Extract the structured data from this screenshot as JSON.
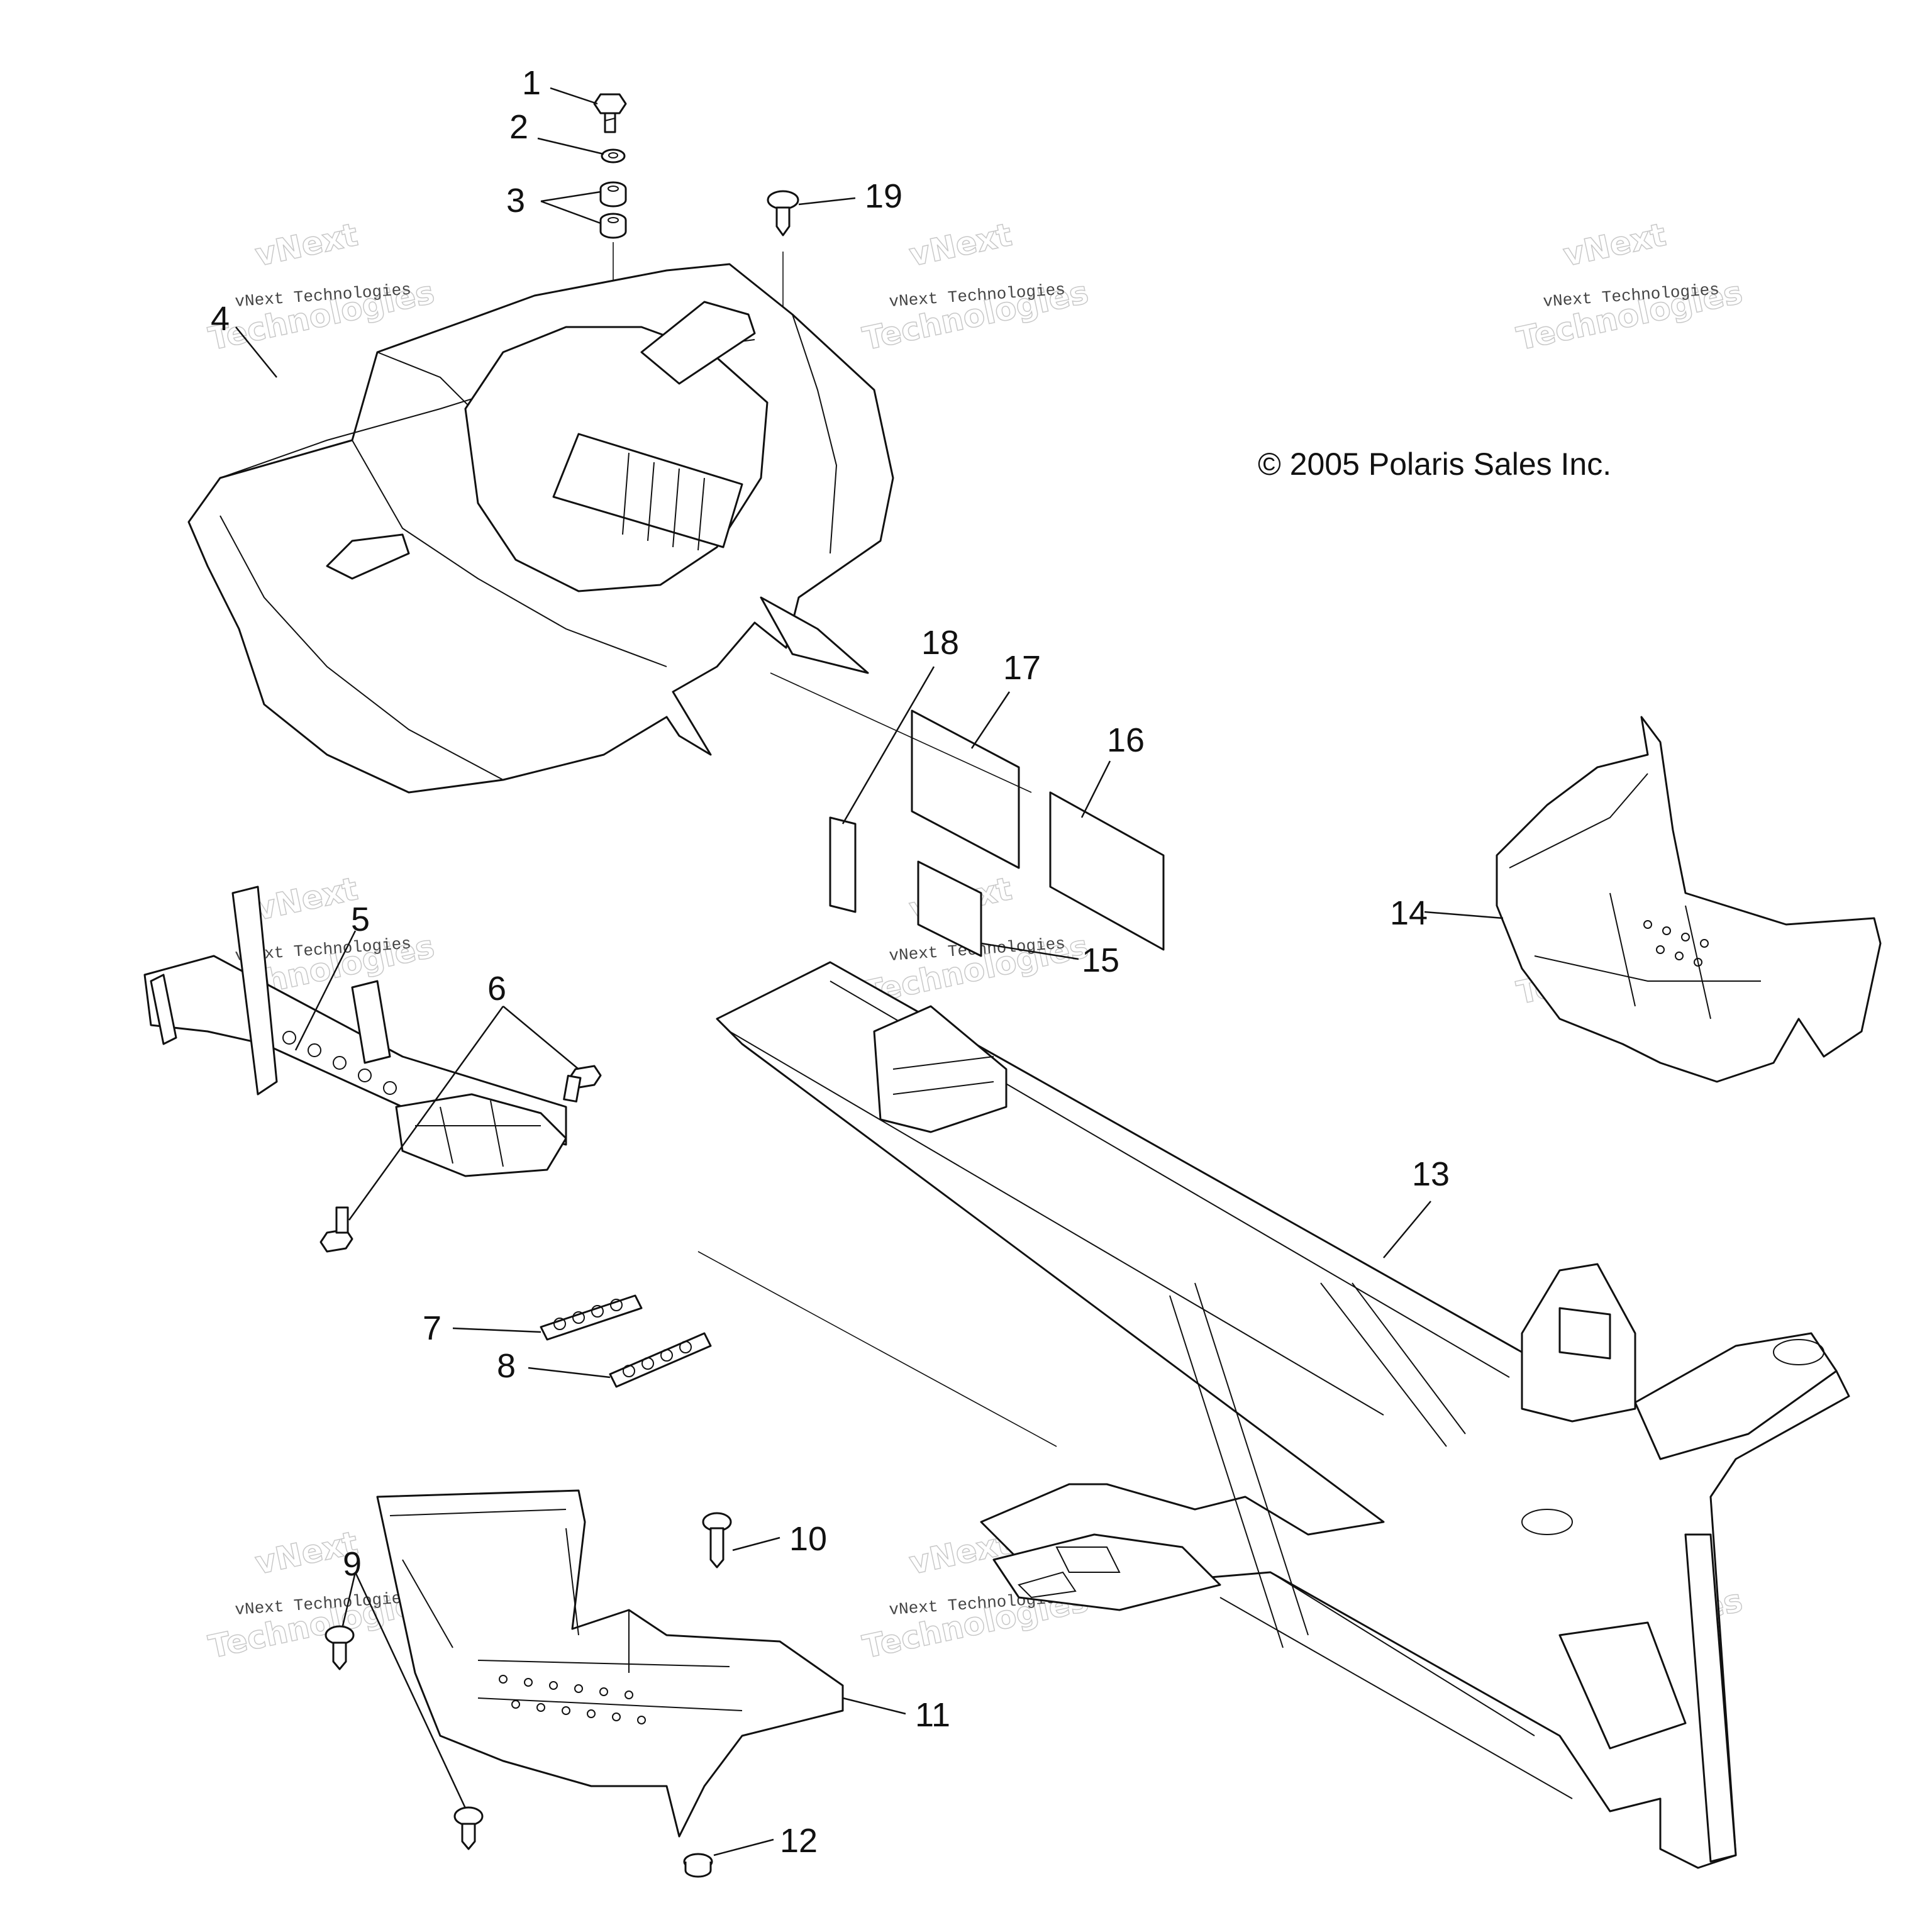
{
  "diagram": {
    "copyright": "© 2005 Polaris Sales Inc.",
    "watermark": {
      "small_text": "vNext Technologies",
      "big_line_1": "vNext",
      "big_line_2": "Technologies"
    },
    "callouts": [
      {
        "id": "1",
        "label": "1"
      },
      {
        "id": "2",
        "label": "2"
      },
      {
        "id": "3",
        "label": "3"
      },
      {
        "id": "4",
        "label": "4"
      },
      {
        "id": "5",
        "label": "5"
      },
      {
        "id": "6",
        "label": "6"
      },
      {
        "id": "7",
        "label": "7"
      },
      {
        "id": "8",
        "label": "8"
      },
      {
        "id": "9",
        "label": "9"
      },
      {
        "id": "10",
        "label": "10"
      },
      {
        "id": "11",
        "label": "11"
      },
      {
        "id": "12",
        "label": "12"
      },
      {
        "id": "13",
        "label": "13"
      },
      {
        "id": "14",
        "label": "14"
      },
      {
        "id": "15",
        "label": "15"
      },
      {
        "id": "16",
        "label": "16"
      },
      {
        "id": "17",
        "label": "17"
      },
      {
        "id": "18",
        "label": "18"
      },
      {
        "id": "19",
        "label": "19"
      }
    ]
  }
}
